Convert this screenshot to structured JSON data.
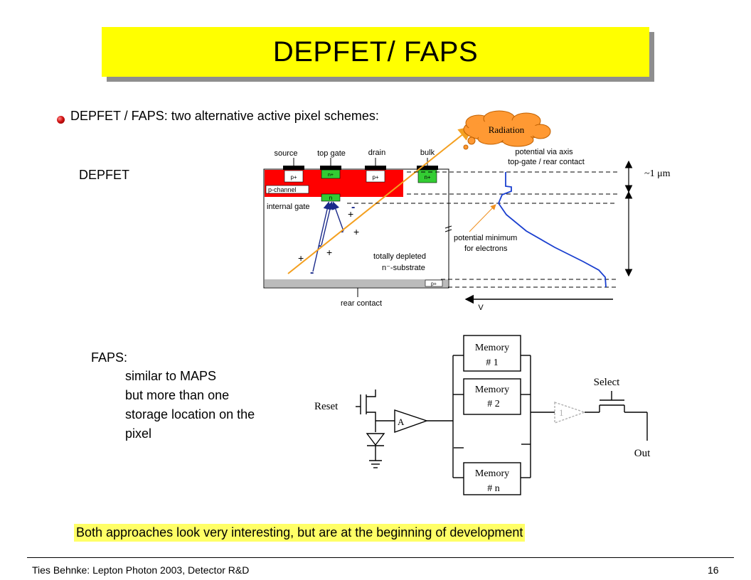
{
  "title": "DEPFET/ FAPS",
  "bullet": "DEPFET / FAPS: two alternative active pixel schemes:",
  "depfet": {
    "label": "DEPFET",
    "radiation": "Radiation",
    "terminals": {
      "source": "source",
      "top_gate": "top gate",
      "drain": "drain",
      "bulk": "bulk"
    },
    "implants": {
      "p1": "p+",
      "n1": "n+",
      "p2": "p+",
      "n2": "n+",
      "n_gate": "n",
      "p_back": "p+"
    },
    "p_channel": "p-channel",
    "internal_gate": "internal gate",
    "substrate_line1": "totally depleted",
    "substrate_line2": "n⁻-substrate",
    "rear_contact": "rear contact",
    "potential_axis_line1": "potential via  axis",
    "potential_axis_line2": "top-gate / rear contact",
    "potential_min_line1": "potential minimum",
    "potential_min_line2": "for electrons",
    "micron": "~1 μm",
    "v_label": "V"
  },
  "faps": {
    "heading": "FAPS:",
    "line1": "similar to MAPS",
    "line2": "but more than one",
    "line3": "storage location on the",
    "line4": "pixel",
    "reset": "Reset",
    "amp": "A",
    "mem1_a": "Memory",
    "mem1_b": "# 1",
    "mem2_a": "Memory",
    "mem2_b": "# 2",
    "memn_a": "Memory",
    "memn_b": "# n",
    "buffer": "1",
    "select": "Select",
    "out": "Out"
  },
  "conclusion": "Both approaches look very interesting, but are at the beginning of development",
  "footer": {
    "left": "Ties Behnke: Lepton Photon 2003, Detector R&D",
    "page": "16"
  },
  "colors": {
    "title_bg": "#ffff00",
    "p_region": "#ff0000",
    "n_implant": "#33cc33",
    "radiation_cloud": "#ff9933",
    "curve": "#1a3fcf"
  }
}
